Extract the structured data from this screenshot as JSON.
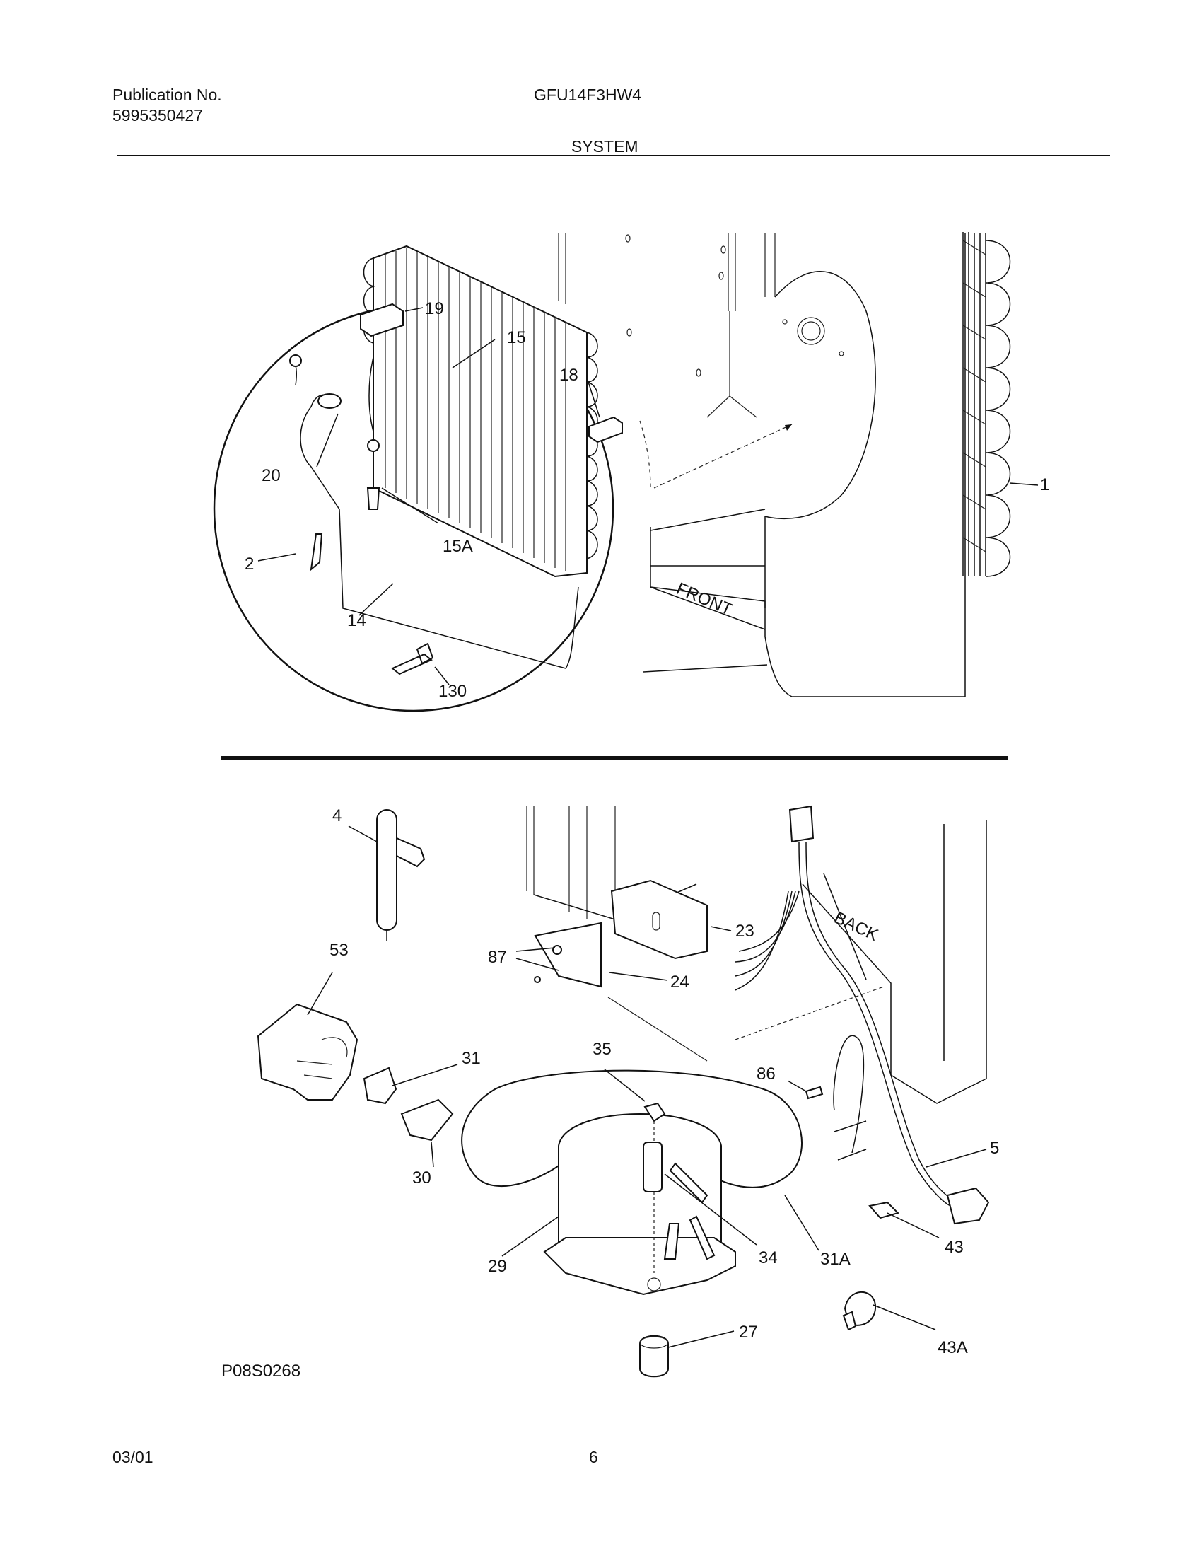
{
  "header": {
    "publication_label": "Publication No.",
    "publication_number": "5995350427",
    "model": "GFU14F3HW4",
    "section": "SYSTEM"
  },
  "diagram_top": {
    "orientation_label": "FRONT",
    "callouts": [
      "19",
      "15",
      "18",
      "20",
      "15A",
      "2",
      "14",
      "130",
      "1"
    ]
  },
  "diagram_bottom": {
    "orientation_label": "BACK",
    "callouts": [
      "4",
      "53",
      "87",
      "23",
      "24",
      "31",
      "35",
      "86",
      "5",
      "30",
      "29",
      "34",
      "31A",
      "43",
      "27",
      "43A"
    ],
    "figure_id": "P08S0268"
  },
  "footer": {
    "date": "03/01",
    "page": "6"
  }
}
